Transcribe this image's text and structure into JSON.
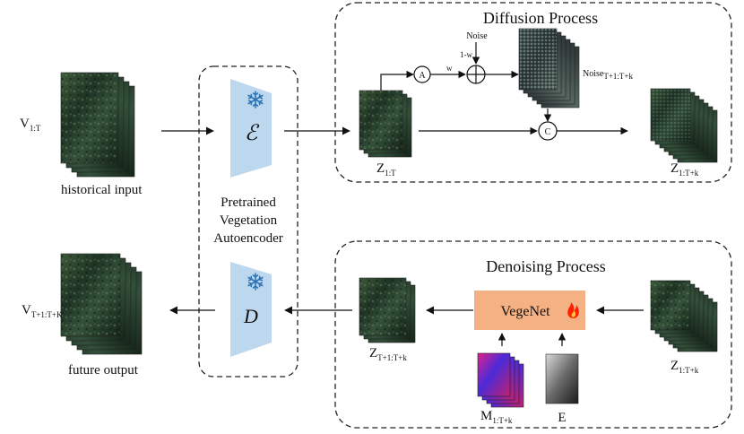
{
  "inputs": {
    "v_hist": {
      "base": "V",
      "sub": "1:T"
    },
    "hist_caption": "historical input",
    "v_future": {
      "base": "V",
      "sub": "T+1:T+K"
    },
    "future_caption": "future output"
  },
  "autoencoder": {
    "label_line1": "Pretrained",
    "label_line2": "Vegetation",
    "label_line3": "Autoencoder",
    "encoder_symbol": "ℰ",
    "decoder_symbol": "D",
    "frozen_icon": "snowflake-icon"
  },
  "diffusion": {
    "title": "Diffusion Process",
    "noise_label": "Noise",
    "one_minus_w": "1-w",
    "w": "w",
    "op_a": "A",
    "op_c": "C",
    "noise_seq": {
      "base": "Noise",
      "sub": "T+1:T+k"
    },
    "z_hist": {
      "base": "Z",
      "sub": "1:T"
    },
    "z_noisy": {
      "base": "Z",
      "sub": "1:T+k"
    }
  },
  "denoising": {
    "title": "Denoising Process",
    "model": "VegeNet",
    "trainable_icon": "flame-icon",
    "z_pred": {
      "base": "Z",
      "sub": "T+1:T+k"
    },
    "z_input": {
      "base": "Z",
      "sub": "1:T+k"
    },
    "m_cond": {
      "base": "M",
      "sub": "1:T+k"
    },
    "e_cond": "E"
  },
  "colors": {
    "vegenet_fill": "#f4b183",
    "trapezoid_fill": "#bdd7ee",
    "snowflake": "#2e75b6",
    "flame": "#ff2200"
  }
}
